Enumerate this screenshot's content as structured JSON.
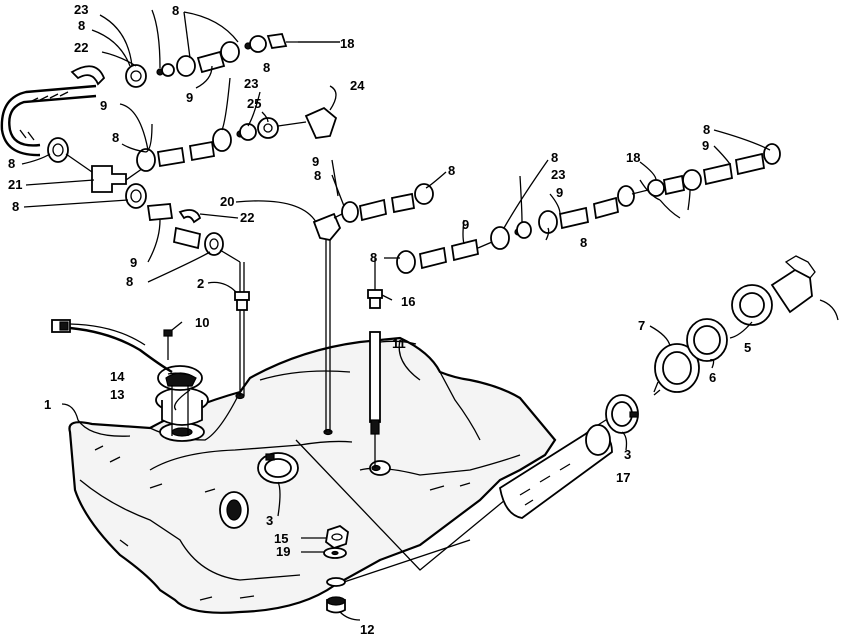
{
  "labels": {
    "c1": "1",
    "c2": "2",
    "c3a": "3",
    "c3b": "3",
    "c5": "5",
    "c6": "6",
    "c7": "7",
    "c8a": "8",
    "c8b": "8",
    "c8c": "8",
    "c8d": "8",
    "c8e": "8",
    "c8f": "8",
    "c8g": "8",
    "c8h": "8",
    "c8i": "8",
    "c8j": "8",
    "c8k": "8",
    "c8l": "8",
    "c8m": "8",
    "c9a": "9",
    "c9b": "9",
    "c9c": "9",
    "c9d": "9",
    "c9e": "9",
    "c9f": "9",
    "c9g": "9",
    "c10": "10",
    "c11": "11",
    "c12": "12",
    "c13": "13",
    "c14": "14",
    "c15": "15",
    "c16": "16",
    "c17": "17",
    "c18a": "18",
    "c18b": "18",
    "c19": "19",
    "c20": "20",
    "c21": "21",
    "c22a": "22",
    "c22b": "22",
    "c23a": "23",
    "c23b": "23",
    "c23c": "23",
    "c24": "24",
    "c25": "25"
  }
}
